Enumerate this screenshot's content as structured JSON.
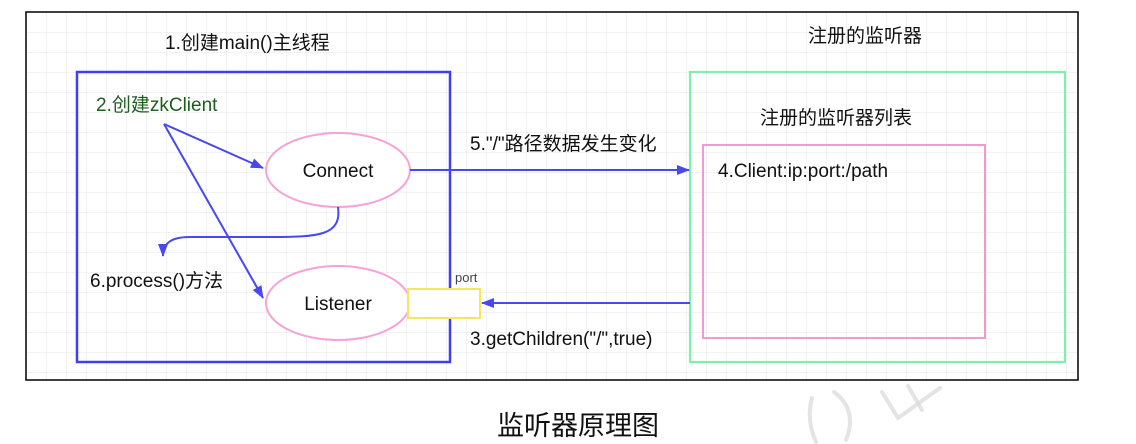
{
  "caption": "监听器原理图",
  "main_thread": {
    "title": "1.创建main()主线程",
    "client_label": "2.创建zkClient",
    "connect_label": "Connect",
    "listener_label": "Listener",
    "process_label": "6.process()方法",
    "port_label": "port"
  },
  "registry": {
    "title": "注册的监听器",
    "list_title": "注册的监听器列表",
    "entry": "4.Client:ip:port:/path"
  },
  "edges": {
    "data_change_label": "5.\"/\"路径数据发生变化",
    "get_children_label": "3.getChildren(\"/\",true)"
  },
  "colors": {
    "frame": "#000000",
    "main_box": "#3f3ff2",
    "registry_box": "#7df0ad",
    "node_border": "#f5a3d7",
    "list_border": "#f29ad0",
    "port_box": "#f2e85c",
    "arrow": "#4848f0",
    "client_text": "#1d5e1d"
  }
}
